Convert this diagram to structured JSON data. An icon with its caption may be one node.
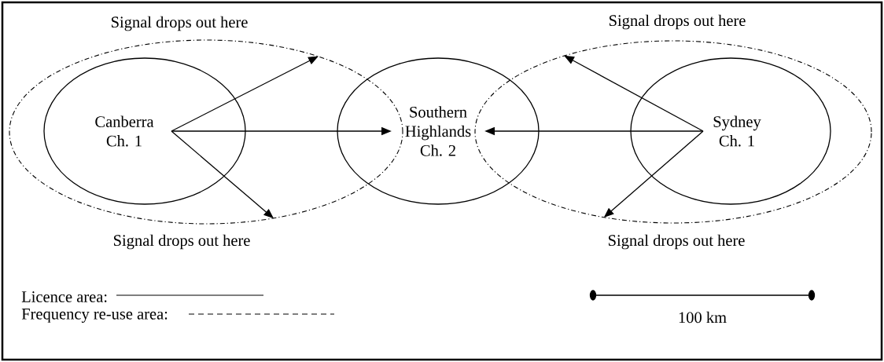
{
  "diagram": {
    "nodes": [
      {
        "text": [],
        "shape": "ellipse",
        "beside": [
          "Signal drops out here",
          "Signal drops out here"
        ]
      },
      {
        "text": [
          "Canberra Ch. 1"
        ],
        "in": 0
      },
      {
        "text": [
          "Southern Highlands Ch. 2"
        ]
      },
      {
        "text": [],
        "shape": "ellipse",
        "beside": [
          "Signal drops out here",
          "Signal drops out here"
        ]
      },
      {
        "text": [
          "Sydney Ch. 1"
        ],
        "in": 3
      }
    ],
    "edges": [
      {
        "from": 1,
        "to": 0,
        "arrow": "to"
      },
      {
        "from": 1,
        "to": 2,
        "arrow": "to"
      },
      {
        "from": 1,
        "to": 0,
        "arrow": "to"
      },
      {
        "from": 4,
        "to": 3,
        "arrow": "to"
      },
      {
        "from": 4,
        "to": 2,
        "arrow": "to"
      },
      {
        "from": 4,
        "to": 3,
        "arrow": "to"
      }
    ],
    "labels": [
      "100 km"
    ],
    "legend": [
      {
        "text": "Licence area:"
      },
      {
        "text": "Frequency re-use area:"
      }
    ]
  }
}
